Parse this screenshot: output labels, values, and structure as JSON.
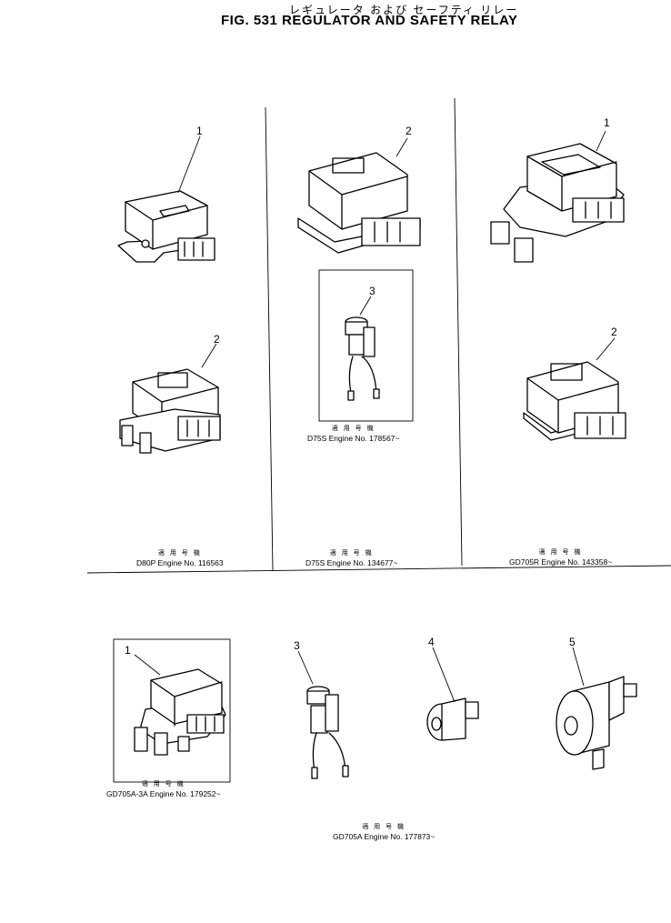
{
  "header": {
    "title_jp": "レギュレータ および セーフティ リレー",
    "title_en": "FIG. 531  REGULATOR AND SAFETY RELAY"
  },
  "callouts": [
    "1",
    "2",
    "3",
    "1",
    "2",
    "3",
    "4",
    "5"
  ],
  "captions": [
    {
      "jp": "適 用 号 機",
      "en": "D80P  Engine  No. 116563"
    },
    {
      "jp": "適 用 号 機",
      "en": "D75S  Engine  No. 178567~"
    },
    {
      "jp": "適 用 号 機",
      "en": "D75S  Engine  No. 134677~"
    },
    {
      "jp": "適 用 号 機",
      "en": "GD705R  Engine  No. 143358~"
    },
    {
      "jp": "適 用 号 機",
      "en": "GD705A-3A  Engine  No. 179252~"
    },
    {
      "jp": "適 用 号 機",
      "en": "GD705A  Engine  No. 177873~"
    }
  ]
}
